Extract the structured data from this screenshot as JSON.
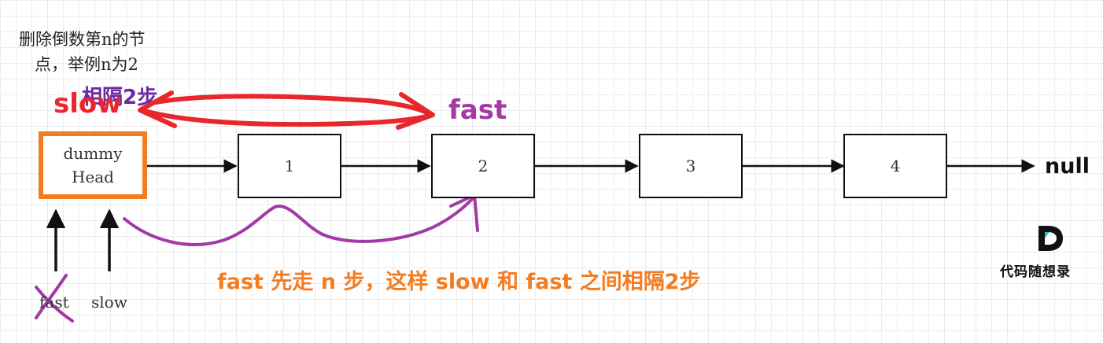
{
  "title": {
    "line1": "删除倒数第n的节",
    "line2": "点，举例n为2"
  },
  "gap_label": "相隔2步",
  "slow_top_label": "slow",
  "fast_top_label": "fast",
  "dummy_node": {
    "line1": "dummy",
    "line2": "Head"
  },
  "nodes": [
    "1",
    "2",
    "3",
    "4"
  ],
  "null_label": "null",
  "pointers": {
    "fast": "fast",
    "slow": "slow"
  },
  "caption": "fast 先走 n 步，这样 slow 和 fast 之间相隔2步",
  "logo": {
    "mark": "D",
    "text": "代码随想录"
  },
  "colors": {
    "red": "#e8262b",
    "purple": "#a23aa6",
    "orange": "#f47c20",
    "black": "#111111"
  }
}
